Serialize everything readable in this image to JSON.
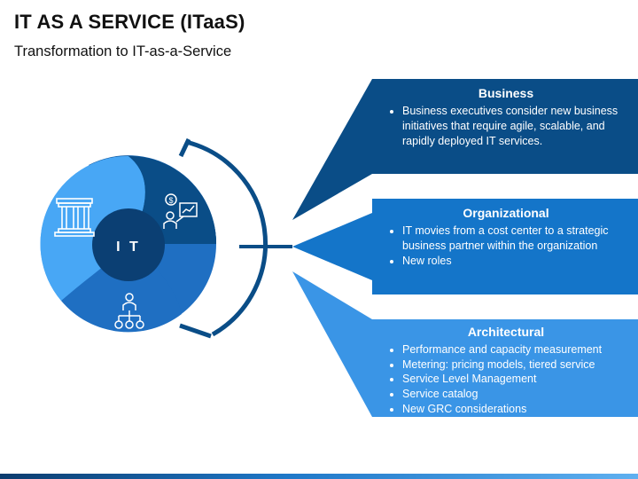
{
  "header": {
    "title": "IT AS A SERVICE (ITaaS)",
    "subtitle": "Transformation to IT-as-a-Service"
  },
  "diagram": {
    "center_label": "I T",
    "icons": [
      "pillars-icon",
      "business-presentation-icon",
      "org-chart-icon"
    ]
  },
  "panels": [
    {
      "heading": "Business",
      "bullets": [
        "Business executives consider new business initiatives that require agile, scalable, and rapidly deployed IT services."
      ]
    },
    {
      "heading": "Organizational",
      "bullets": [
        "IT movies from a cost center to a strategic business partner within the organization",
        "New roles"
      ]
    },
    {
      "heading": "Architectural",
      "bullets": [
        "Performance and capacity measurement",
        "Metering: pricing models, tiered service",
        "Service Level Management",
        "Service catalog",
        "New GRC considerations"
      ]
    }
  ],
  "colors": {
    "dark_blue": "#0a4d87",
    "mid_blue": "#1475c9",
    "light_blue": "#3a95e6",
    "sky_blue": "#48a7f5"
  }
}
